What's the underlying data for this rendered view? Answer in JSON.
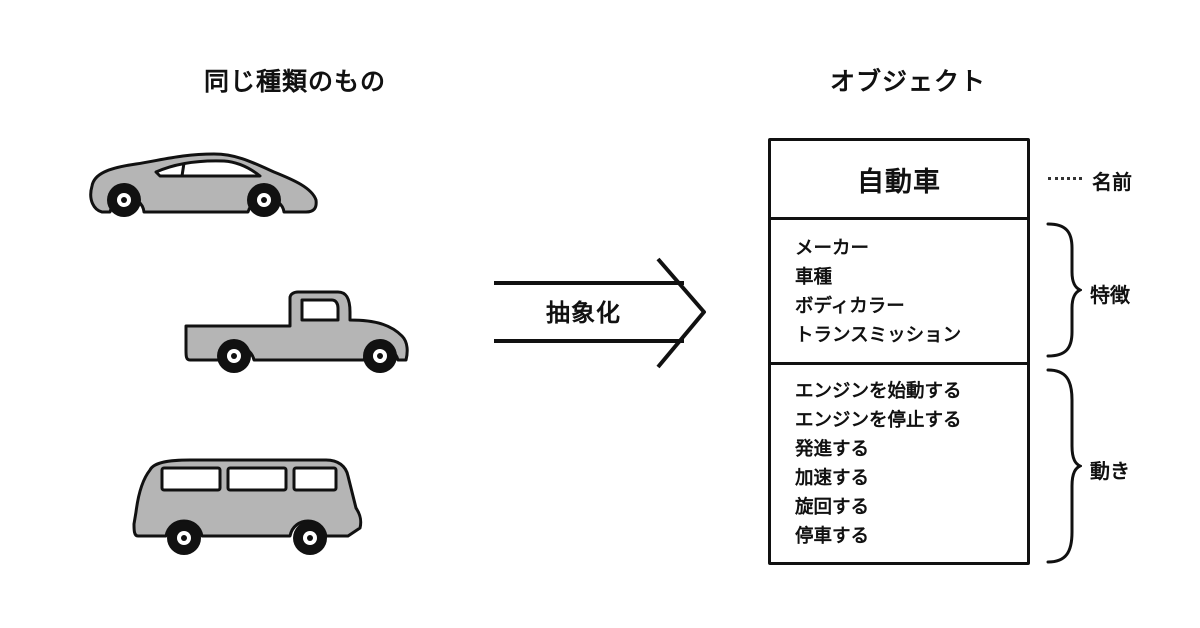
{
  "headings": {
    "left": "同じ種類のもの",
    "right": "オブジェクト"
  },
  "arrow_label": "抽象化",
  "object": {
    "name": "自動車",
    "attributes": [
      "メーカー",
      "車種",
      "ボディカラー",
      "トランスミッション"
    ],
    "methods": [
      "エンジンを始動する",
      "エンジンを停止する",
      "発進する",
      "加速する",
      "旋回する",
      "停車する"
    ]
  },
  "side_labels": {
    "name": "名前",
    "attributes": "特徴",
    "methods": "動き"
  },
  "colors": {
    "vehicle_fill": "#b5b5b5",
    "stroke": "#111111",
    "wheel": "#111111",
    "window": "#ffffff"
  },
  "vehicles": [
    "sports-car",
    "pickup-truck",
    "van"
  ]
}
